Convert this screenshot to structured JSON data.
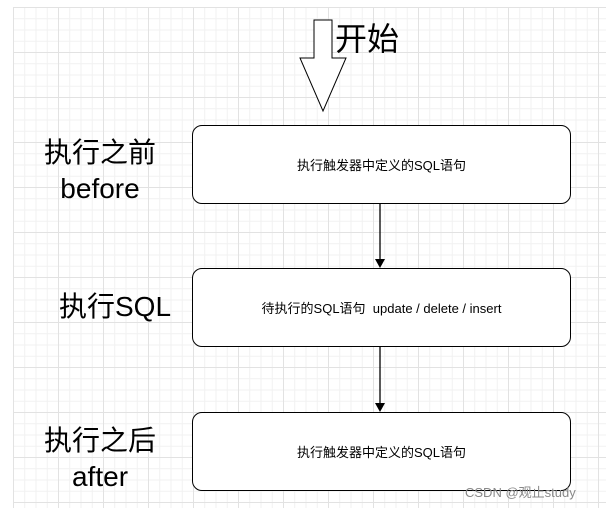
{
  "start_label": "开始",
  "stages": [
    {
      "title": "执行之前",
      "subtitle": "before",
      "box": "执行触发器中定义的SQL语句"
    },
    {
      "title": "执行SQL",
      "subtitle": "",
      "box": "待执行的SQL语句  update / delete / insert"
    },
    {
      "title": "执行之后",
      "subtitle": "after",
      "box": "执行触发器中定义的SQL语句"
    }
  ],
  "watermark": "CSDN @观止study"
}
